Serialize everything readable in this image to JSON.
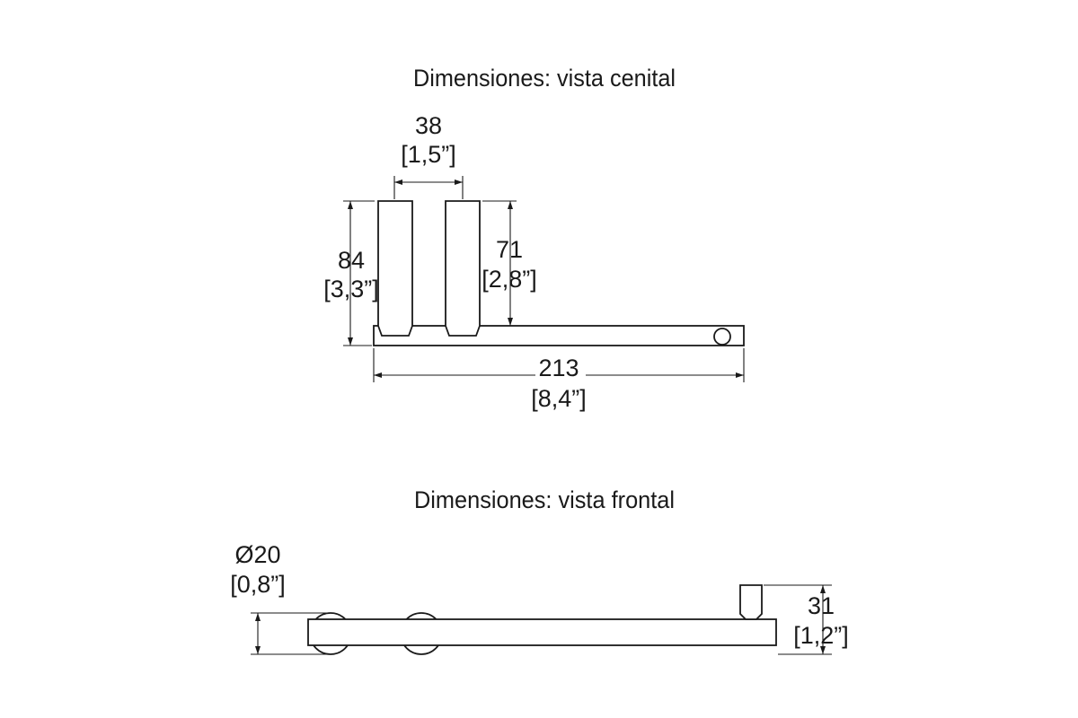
{
  "views": {
    "top": {
      "title": "Dimensiones: vista cenital",
      "dim_spacing": {
        "mm": "38",
        "inch": "[1,5”]"
      },
      "dim_total_depth": {
        "mm": "84",
        "inch": "[3,3”]"
      },
      "dim_arm_length": {
        "mm": "71",
        "inch": "[2,8”]"
      },
      "dim_length": {
        "mm": "213",
        "inch": "[8,4”]"
      }
    },
    "front": {
      "title": "Dimensiones: vista frontal",
      "dim_diameter": {
        "mm": "Ø20",
        "inch": "[0,8”]"
      },
      "dim_height": {
        "mm": "31",
        "inch": "[1,2”]"
      }
    }
  },
  "colors": {
    "line": "#1a1a1a",
    "background": "#ffffff"
  }
}
